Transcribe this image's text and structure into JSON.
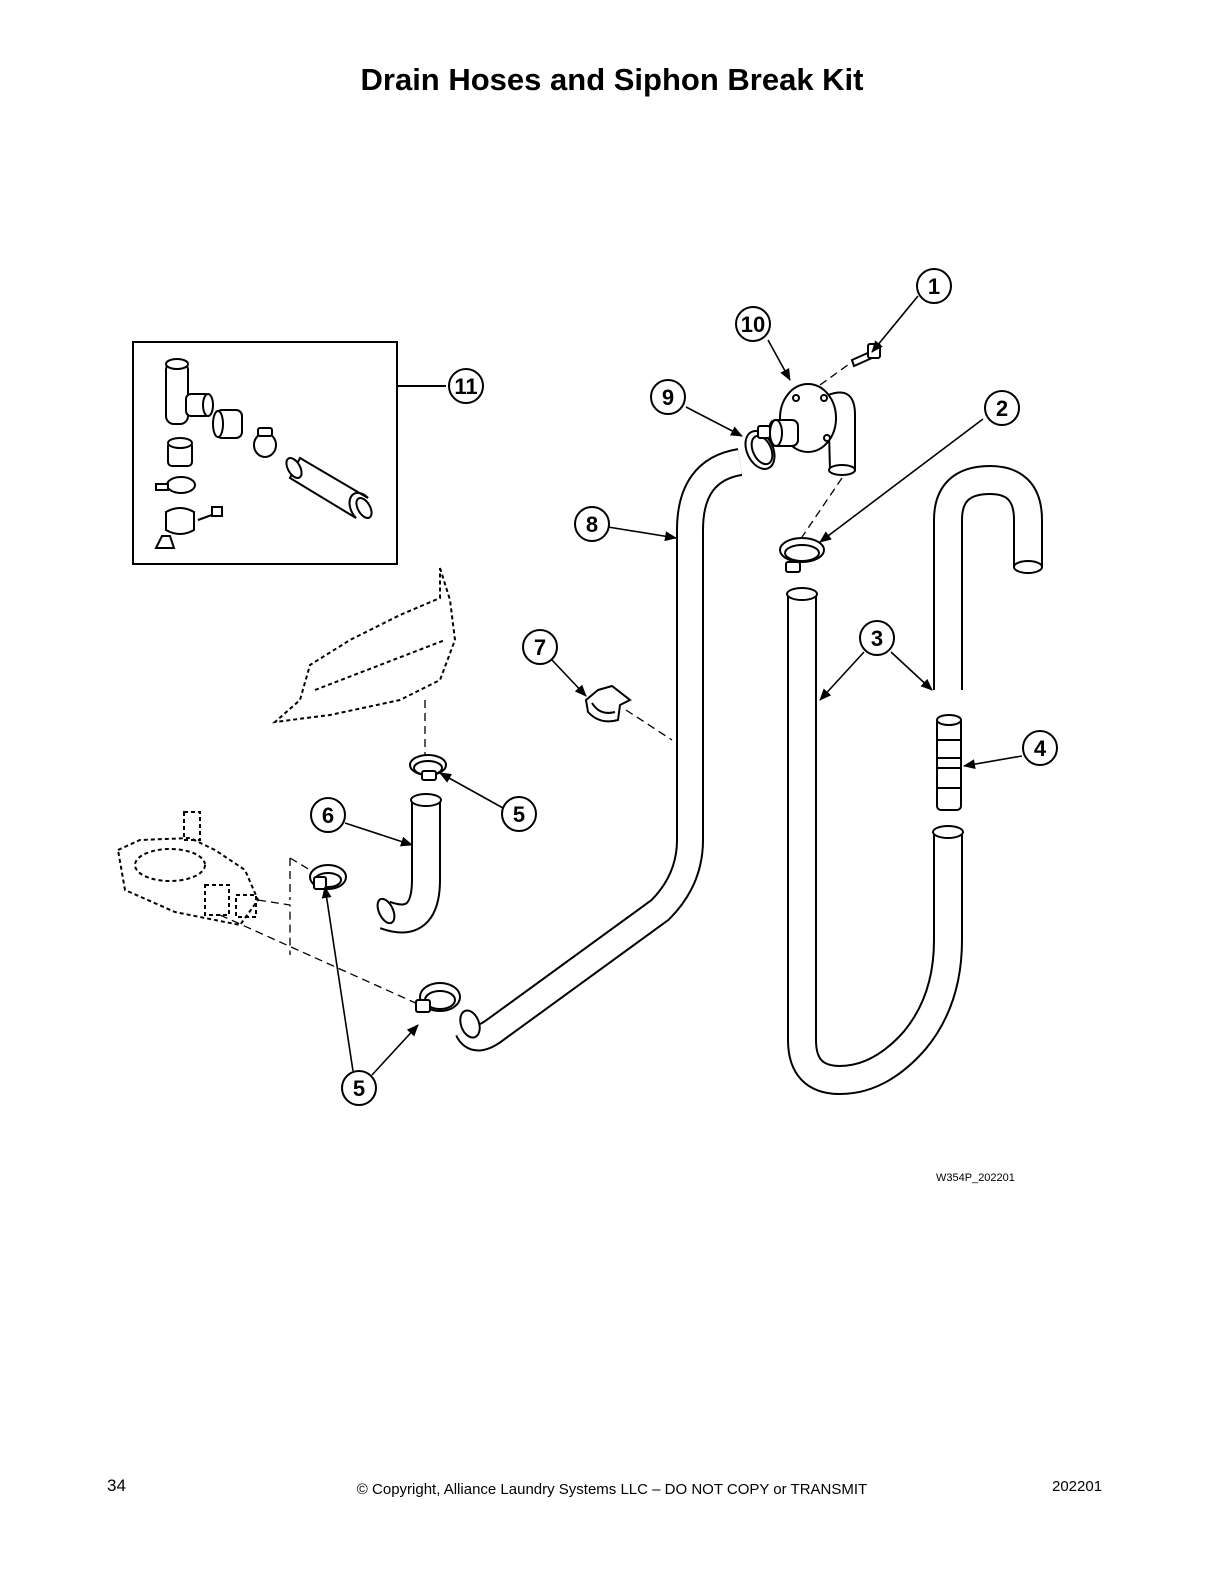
{
  "title": "Drain Hoses and Siphon Break Kit",
  "figure_id": "W354P_202201",
  "footer": {
    "page_number": "34",
    "copyright": "© Copyright, Alliance Laundry Systems LLC – DO NOT COPY or TRANSMIT",
    "doc_code": "202201"
  },
  "callouts": {
    "c1": "1",
    "c2": "2",
    "c3": "3",
    "c4": "4",
    "c5a": "5",
    "c5b": "5",
    "c6": "6",
    "c7": "7",
    "c8": "8",
    "c9": "9",
    "c10": "10",
    "c11": "11"
  }
}
